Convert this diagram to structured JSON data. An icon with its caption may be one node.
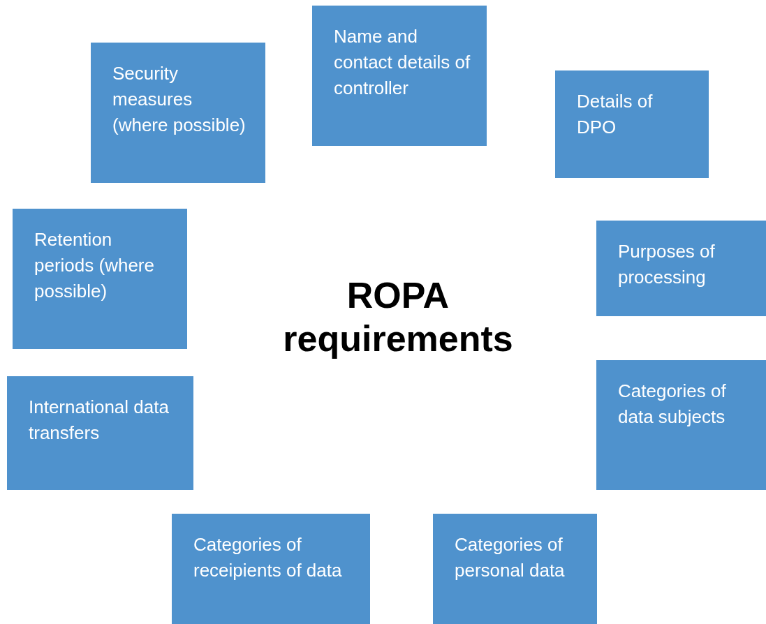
{
  "diagram": {
    "title": "ROPA requirements",
    "nodes": [
      {
        "text": [
          "Name and contact details of controller"
        ]
      },
      {
        "text": [
          "Security measures (where possible)"
        ]
      },
      {
        "text": [
          "Details of DPO"
        ]
      },
      {
        "text": [
          "Retention periods (where possible)"
        ]
      },
      {
        "text": [
          "Purposes of processing"
        ]
      },
      {
        "text": [
          "Categories of data subjects"
        ]
      },
      {
        "text": [
          "International data transfers"
        ]
      },
      {
        "text": [
          "Categories of receipients of data"
        ]
      },
      {
        "text": [
          "Categories of personal data"
        ]
      }
    ]
  }
}
